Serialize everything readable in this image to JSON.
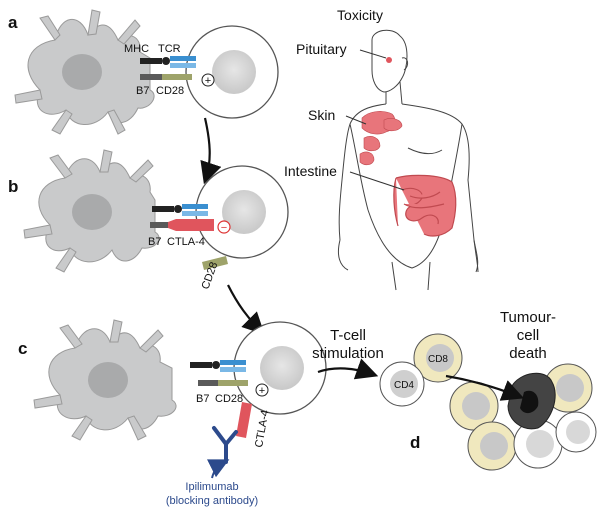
{
  "panels": {
    "a": "a",
    "b": "b",
    "c": "c",
    "d": "d"
  },
  "receptors": {
    "mhc": "MHC",
    "tcr": "TCR",
    "b7": "B7",
    "cd28": "CD28",
    "ctla4": "CTLA-4",
    "plus": "+",
    "minus": "−"
  },
  "toxicity": {
    "title": "Toxicity",
    "pituitary": "Pituitary",
    "skin": "Skin",
    "intestine": "Intestine"
  },
  "drug": {
    "name": "Ipilimumab",
    "description": "(blocking antibody)"
  },
  "stimulation": {
    "line1": "T-cell",
    "line2": "stimulation"
  },
  "tumour": {
    "line1": "Tumour-",
    "line2": "cell",
    "line3": "death",
    "cd8": "CD8",
    "cd4": "CD4"
  },
  "colors": {
    "dendritic": "#c9cacb",
    "cellBorder": "#555555",
    "tcr": "#3a8fd0",
    "cd28": "#9ea36a",
    "ctla4": "#e0555d",
    "b7": "#5a5a5a",
    "skin": "#e8757b",
    "antibody": "#2c4a8c",
    "tumourCell": "#f0e8be",
    "tumourDark": "#333333"
  }
}
